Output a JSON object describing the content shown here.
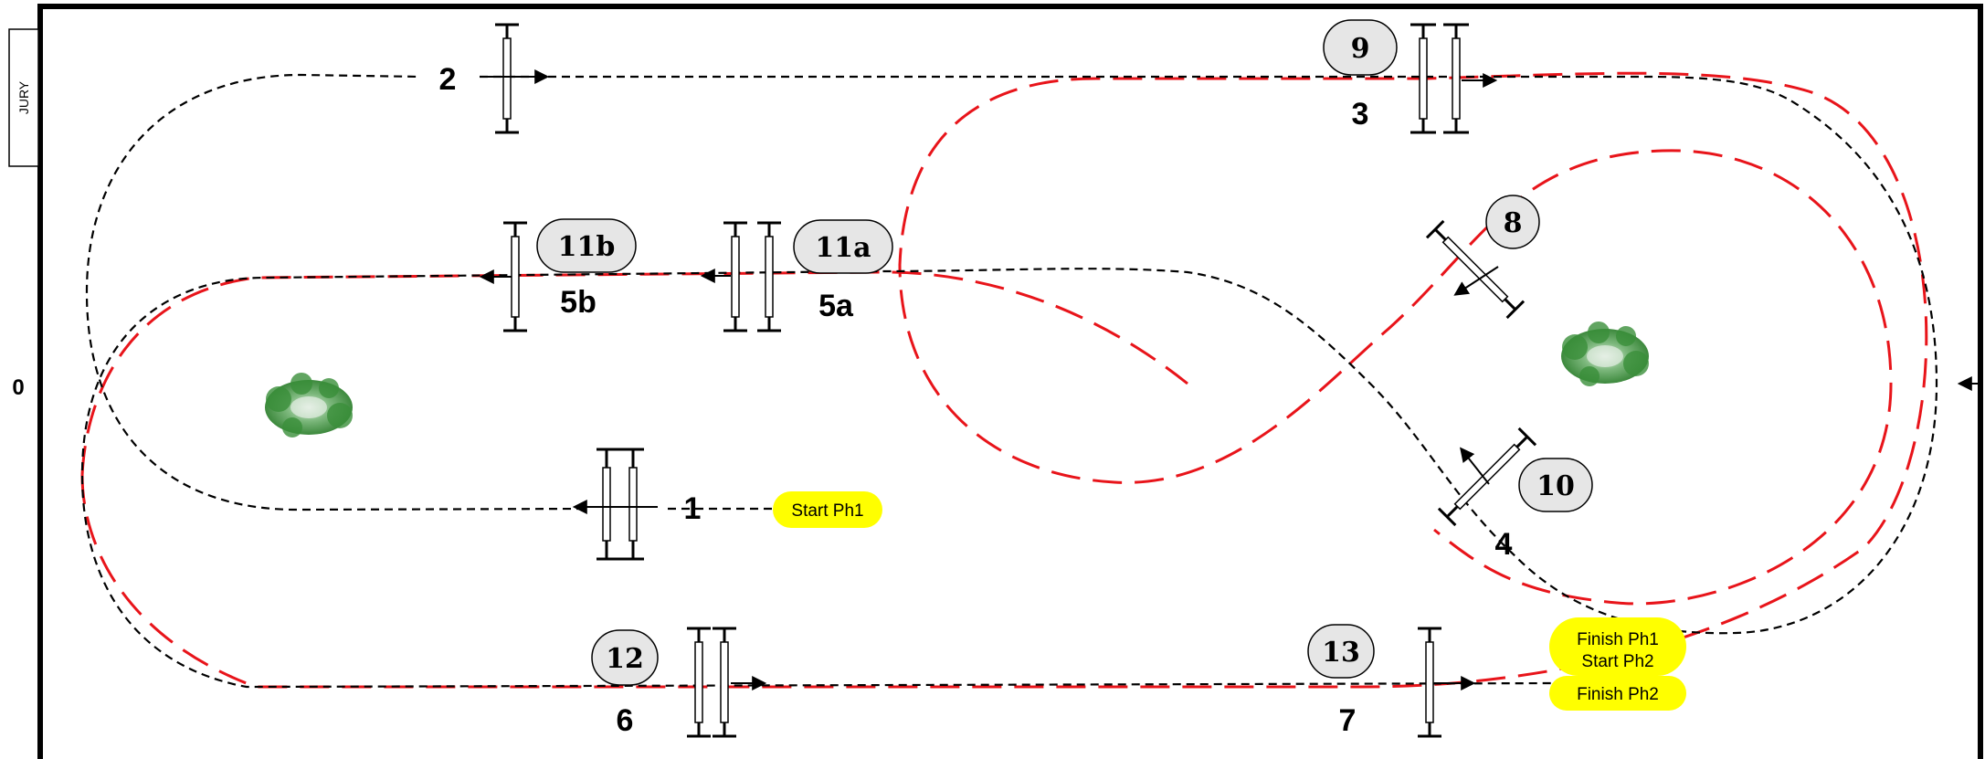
{
  "side_label": "JURY",
  "left_marker": "0",
  "jump_numbers": {
    "n1": "1",
    "n2": "2",
    "n3": "3",
    "n4": "4",
    "n5a": "5a",
    "n5b": "5b",
    "n6": "6",
    "n7": "7"
  },
  "phase2_numbers": {
    "b8": "8",
    "b9": "9",
    "b10": "10",
    "b11a": "11a",
    "b11b": "11b",
    "b12": "12",
    "b13": "13"
  },
  "pills": {
    "start_ph1": "Start Ph1",
    "finish_ph1": "Finish Ph1",
    "start_ph2": "Start Ph2",
    "finish_ph2": "Finish Ph2"
  },
  "colors": {
    "phase1_track": "#000000",
    "phase2_track": "#e8141a",
    "pill": "#ffff00",
    "bubble": "#e6e6e6",
    "shrub": "#3a8f3a"
  }
}
